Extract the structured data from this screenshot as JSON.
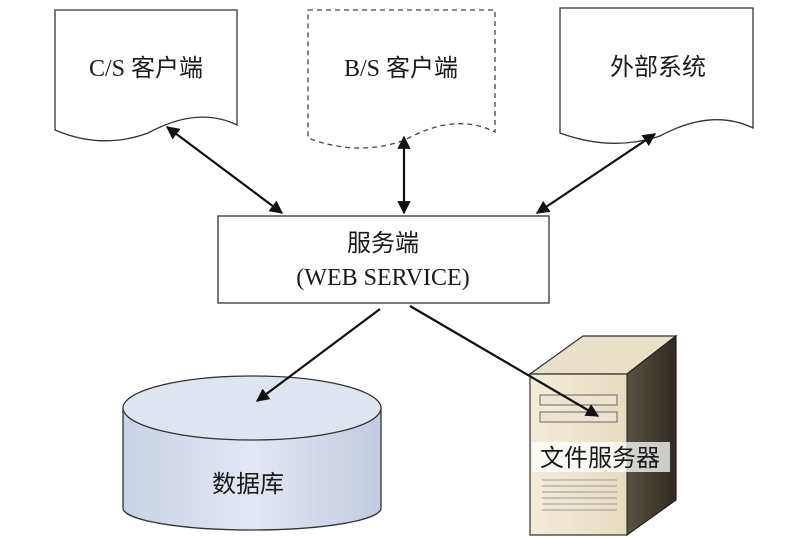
{
  "nodes": {
    "cs_client": "C/S 客户端",
    "bs_client": "B/S 客户端",
    "external_system": "外部系统",
    "server_line1": "服务端",
    "server_line2": "(WEB SERVICE)",
    "database": "数据库",
    "file_server": "文件服务器"
  }
}
